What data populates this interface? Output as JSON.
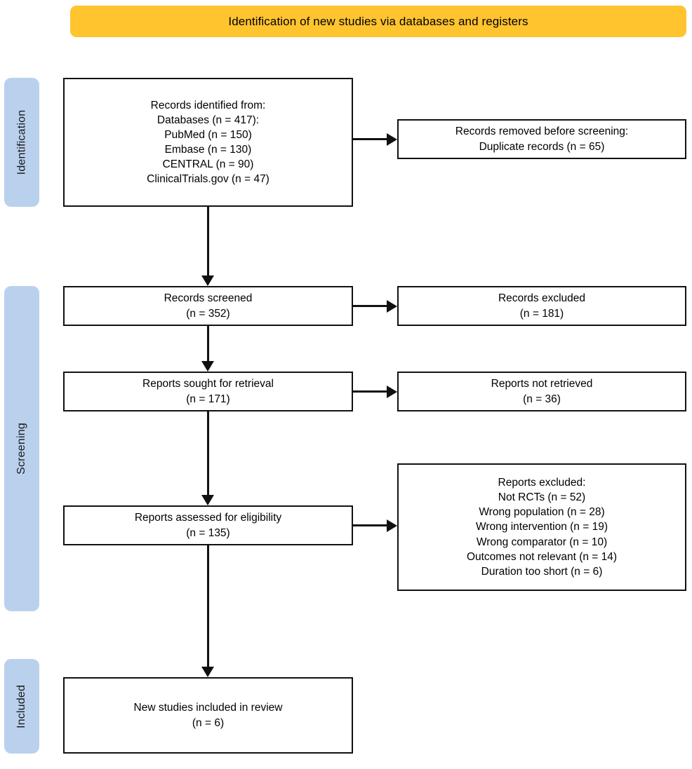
{
  "diagram": {
    "type": "prisma-flow-diagram",
    "banner": {
      "text": "Identification of new studies via databases and registers",
      "bg_color": "#FFC42E",
      "text_color": "#000000"
    },
    "phase_bar_color": "#BAD1EE",
    "box_border_color": "#111111",
    "phases": [
      {
        "id": "identification",
        "label": "Identification"
      },
      {
        "id": "screening",
        "label": "Screening"
      },
      {
        "id": "included",
        "label": "Included"
      }
    ],
    "boxes": {
      "identified": {
        "name": "records-identified",
        "lines": [
          "Records identified from:",
          "Databases (n = 417):",
          "PubMed (n = 150)",
          "Embase (n = 130)",
          "CENTRAL (n = 90)",
          "ClinicalTrials.gov (n = 47)"
        ]
      },
      "removed": {
        "name": "records-removed-before-screening",
        "lines": [
          "Records removed before screening:",
          "Duplicate records (n = 65)"
        ]
      },
      "screened": {
        "name": "records-screened",
        "lines": [
          "Records screened",
          "(n = 352)"
        ]
      },
      "excluded_records": {
        "name": "records-excluded",
        "lines": [
          "Records excluded",
          "(n = 181)"
        ]
      },
      "sought": {
        "name": "reports-sought-for-retrieval",
        "lines": [
          "Reports sought for retrieval",
          "(n = 171)"
        ]
      },
      "not_retrieved": {
        "name": "reports-not-retrieved",
        "lines": [
          "Reports not retrieved",
          "(n = 36)"
        ]
      },
      "assessed": {
        "name": "reports-assessed-for-eligibility",
        "lines": [
          "Reports assessed for eligibility",
          "(n = 135)"
        ]
      },
      "reports_excluded": {
        "name": "reports-excluded",
        "lines": [
          "Reports excluded:",
          "Not RCTs (n = 52)",
          "Wrong population (n = 28)",
          "Wrong intervention (n = 19)",
          "Wrong comparator (n = 10)",
          "Outcomes not relevant (n = 14)",
          "Duration too short (n = 6)"
        ]
      },
      "included": {
        "name": "new-studies-included-in-review",
        "lines": [
          "New studies included in review",
          "(n = 6)"
        ]
      }
    },
    "counts": {
      "databases_total": 417,
      "pubmed": 150,
      "embase": 130,
      "central": 90,
      "clinicaltrials_gov": 47,
      "duplicates_removed": 65,
      "records_screened": 352,
      "records_excluded": 181,
      "reports_sought": 171,
      "reports_not_retrieved": 36,
      "reports_assessed": 135,
      "excluded_not_rcts": 52,
      "excluded_wrong_population": 28,
      "excluded_wrong_intervention": 19,
      "excluded_wrong_comparator": 10,
      "excluded_outcomes_not_relevant": 14,
      "excluded_duration_too_short": 6,
      "studies_included": 6
    }
  }
}
